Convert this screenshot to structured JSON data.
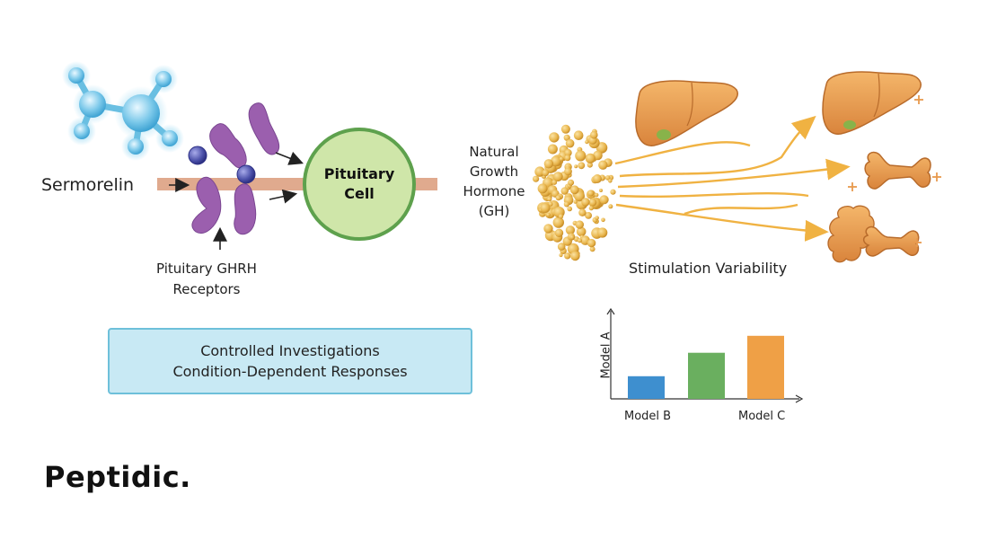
{
  "labels": {
    "sermorelin": "Sermorelin",
    "receptors_line1": "Pituitary GHRH",
    "receptors_line2": "Receptors",
    "pituitary_line1": "Pituitary",
    "pituitary_line2": "Cell",
    "gh_line1": "Natural",
    "gh_line2": "Growth",
    "gh_line3": "Hormone",
    "gh_line4": "(GH)",
    "variability": "Stimulation Variability"
  },
  "info_box": {
    "line1": "Controlled Investigations",
    "line2": "Condition-Dependent Responses"
  },
  "brand": "Peptidic.",
  "icons": [
    "molecule-icon",
    "receptor-icon",
    "pituitary-cell-icon",
    "liver-icon",
    "bone-icon",
    "intestine-icon",
    "plus-icon"
  ],
  "colors": {
    "molecule": "#7cc9ea",
    "receptor": "#9b5fae",
    "ligand": "#4a4fa8",
    "membrane": "#e0aa8e",
    "cell_fill": "#cfe6a9",
    "cell_stroke": "#5ea14d",
    "gh_particle": "#e8b54c",
    "organ": "#e89a4e",
    "arrow": "#f0b242",
    "info_fill": "#c8e9f4",
    "info_border": "#6ec0da"
  },
  "chart_data": {
    "type": "bar",
    "categories": [
      "",
      "Model B",
      "Model C"
    ],
    "values": [
      28,
      57,
      78
    ],
    "colors": [
      "#3e8fcf",
      "#6aaf5f",
      "#efa046"
    ],
    "title": "",
    "xlabel": "",
    "ylabel": "Model A",
    "ylim": [
      0,
      100
    ],
    "grid": false
  }
}
